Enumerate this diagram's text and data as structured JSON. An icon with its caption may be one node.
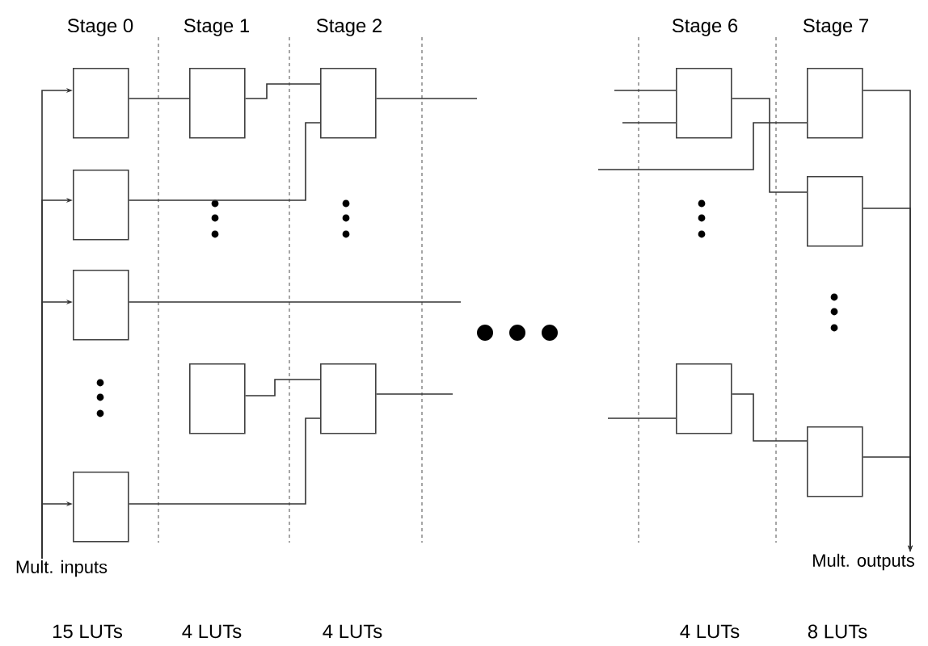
{
  "diagram": {
    "nodes": [
      {
        "text": [],
        "shape": "box"
      },
      {
        "text": [],
        "shape": "box"
      },
      {
        "text": [],
        "shape": "box"
      },
      {
        "text": [],
        "shape": "box"
      },
      {
        "text": [],
        "shape": "box"
      },
      {
        "text": [],
        "shape": "box"
      },
      {
        "text": [],
        "shape": "box"
      },
      {
        "text": [],
        "shape": "box"
      },
      {
        "text": [],
        "shape": "box"
      },
      {
        "text": [],
        "shape": "box"
      },
      {
        "text": [],
        "shape": "box"
      },
      {
        "text": [],
        "shape": "box"
      },
      {
        "text": [],
        "shape": "box"
      },
      {
        "text": [
          "Mult. inputs"
        ]
      },
      {
        "text": [
          "Mult. outputs"
        ]
      }
    ],
    "edges": [
      {
        "from": 13,
        "to": 0,
        "arrow": "to"
      },
      {
        "from": 13,
        "to": 1,
        "arrow": "to"
      },
      {
        "from": 13,
        "to": 2,
        "arrow": "to"
      },
      {
        "from": 13,
        "to": 3,
        "arrow": "to"
      },
      {
        "from": 0,
        "to": 4,
        "arrow": "none"
      },
      {
        "from": 4,
        "to": 6,
        "arrow": "none"
      },
      {
        "from": 1,
        "to": 6,
        "arrow": "none"
      },
      {
        "from": 6,
        "to": null,
        "arrow": "none"
      },
      {
        "from": 2,
        "to": null,
        "arrow": "none"
      },
      {
        "from": 5,
        "to": 7,
        "arrow": "none"
      },
      {
        "from": 3,
        "to": 7,
        "arrow": "none"
      },
      {
        "from": 7,
        "to": null,
        "arrow": "none"
      },
      {
        "from": null,
        "to": 8,
        "arrow": "none"
      },
      {
        "from": null,
        "to": 8,
        "arrow": "none"
      },
      {
        "from": null,
        "to": 10,
        "arrow": "none"
      },
      {
        "from": 8,
        "to": 11,
        "arrow": "none"
      },
      {
        "from": null,
        "to": 9,
        "arrow": "none"
      },
      {
        "from": 9,
        "to": 12,
        "arrow": "none"
      },
      {
        "from": 10,
        "to": 14,
        "arrow": "to"
      },
      {
        "from": 11,
        "to": 14,
        "arrow": "to"
      },
      {
        "from": 12,
        "to": 14,
        "arrow": "to"
      }
    ],
    "labels": [
      "Stage 0",
      "Stage 1",
      "Stage 2",
      "Stage 6",
      "Stage 7",
      "15 LUTs",
      "4 LUTs",
      "4 LUTs",
      "4 LUTs",
      "8 LUTs"
    ]
  }
}
